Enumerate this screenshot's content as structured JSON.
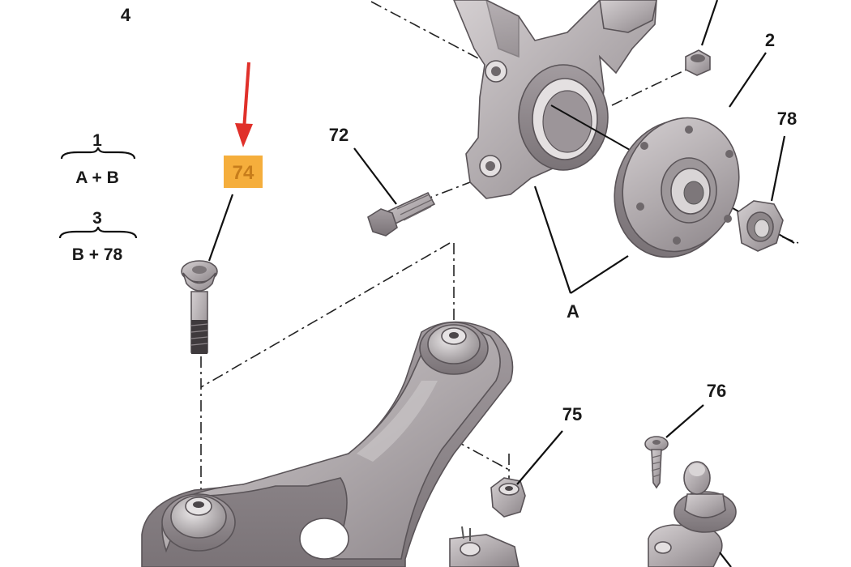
{
  "callouts": {
    "c4": "4",
    "c2": "2",
    "c78": "78",
    "c72": "72",
    "c74": "74",
    "cA": "A",
    "c75": "75",
    "c76": "76"
  },
  "formulas": [
    {
      "number": "1",
      "expr": "A + B"
    },
    {
      "number": "3",
      "expr": "B + 78"
    }
  ],
  "highlight": {
    "part": "74",
    "box_color": "#f5ae3c",
    "arrow_color": "#e0302a"
  },
  "colors": {
    "part_fill": "#b3adb0",
    "part_shade": "#8e878b",
    "line": "#111111"
  }
}
